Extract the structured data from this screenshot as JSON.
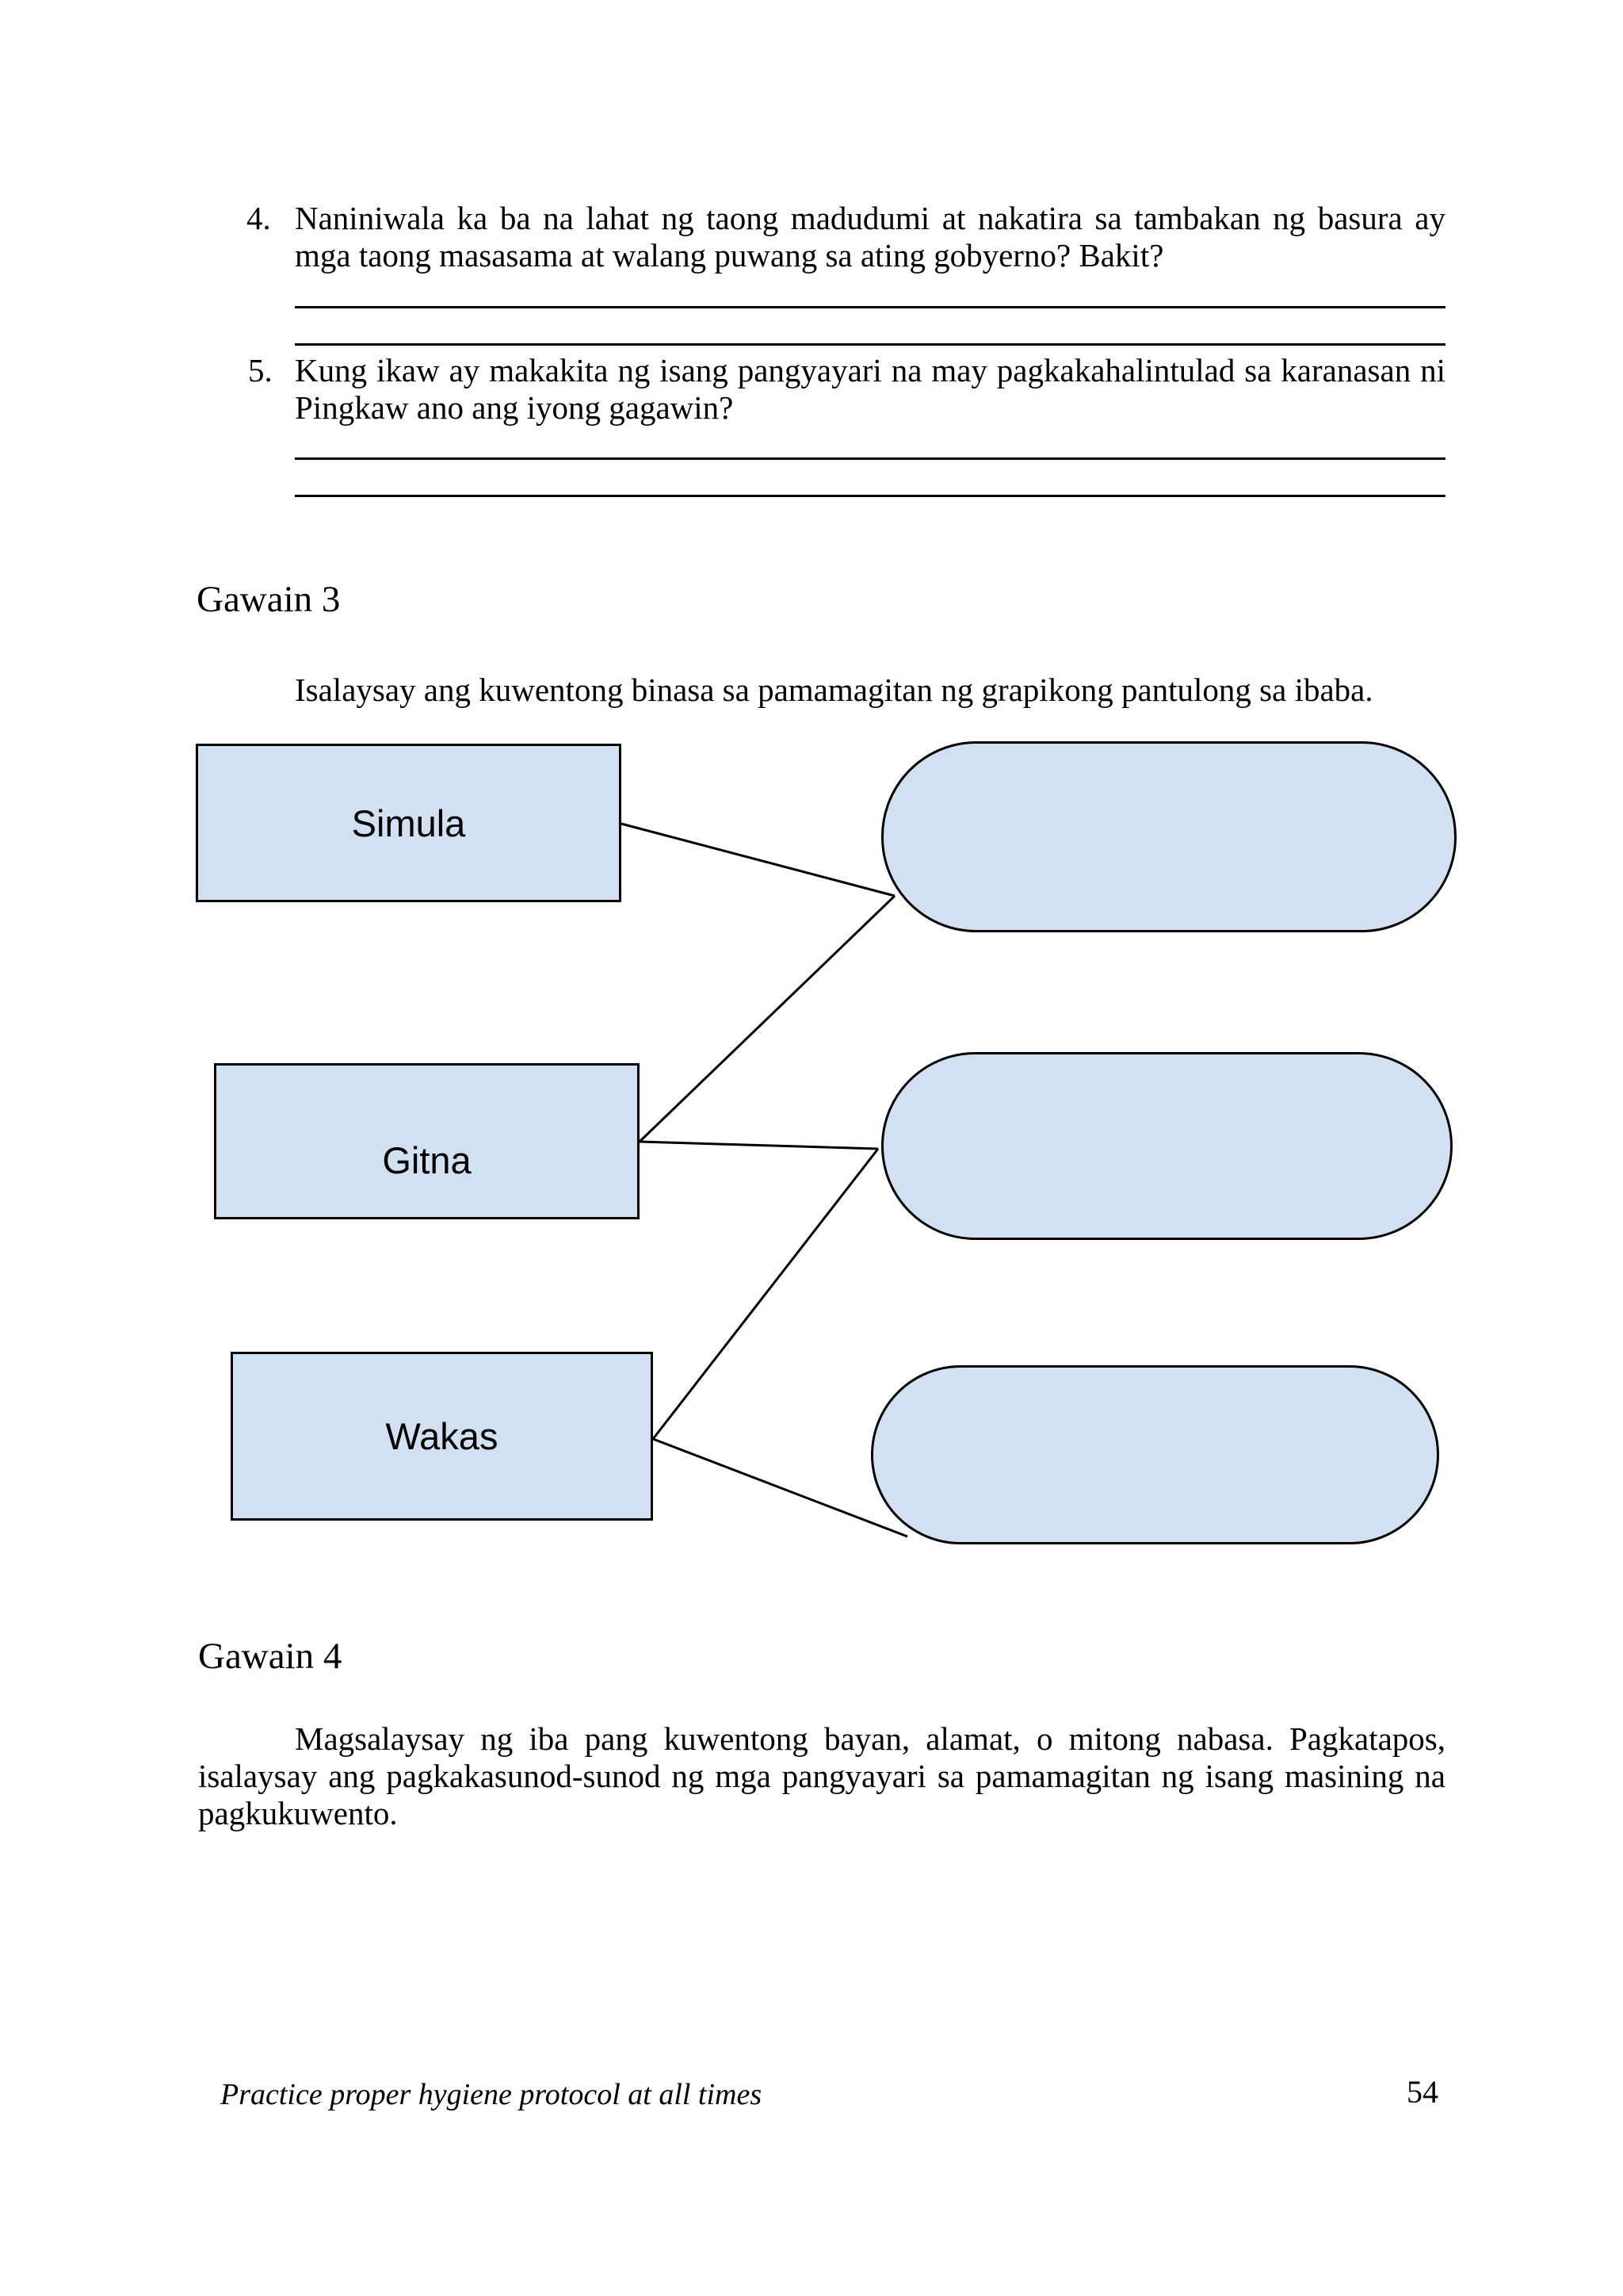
{
  "questions": [
    {
      "number": "4.",
      "lines": [
        "Naniniwala ka ba na lahat ng taong madudumi at nakatira sa tambakan ng basura ay",
        "mga taong masasama at walang puwang sa ating gobyerno? Bakit?"
      ]
    },
    {
      "number": "5.",
      "lines": [
        "Kung ikaw ay makakita ng isang pangyayari na may pagkakahalintulad sa karanasan ni",
        "Pingkaw ano ang iyong gagawin?"
      ]
    }
  ],
  "gawain3": {
    "heading": "Gawain 3",
    "instruction": "Isalaysay ang kuwentong binasa sa pamamagitan ng grapikong pantulong sa ibaba."
  },
  "diagram": {
    "labels": [
      "Simula",
      "Gitna",
      "Wakas"
    ],
    "blank_shape_count": 3
  },
  "gawain4": {
    "heading": "Gawain 4",
    "lines": [
      "Magsalaysay ng iba pang kuwentong bayan, alamat, o mitong nabasa. Pagkatapos,",
      "isalaysay ang pagkakasunod-sunod ng mga pangyayari sa pamamagitan ng isang masining na",
      "pagkukuwento."
    ]
  },
  "footer": {
    "note": "Practice proper hygiene protocol at all times",
    "page_number": "54"
  },
  "colors": {
    "box_fill": "#d2e1f2",
    "box_border": "#000000",
    "line_color": "#000000"
  }
}
